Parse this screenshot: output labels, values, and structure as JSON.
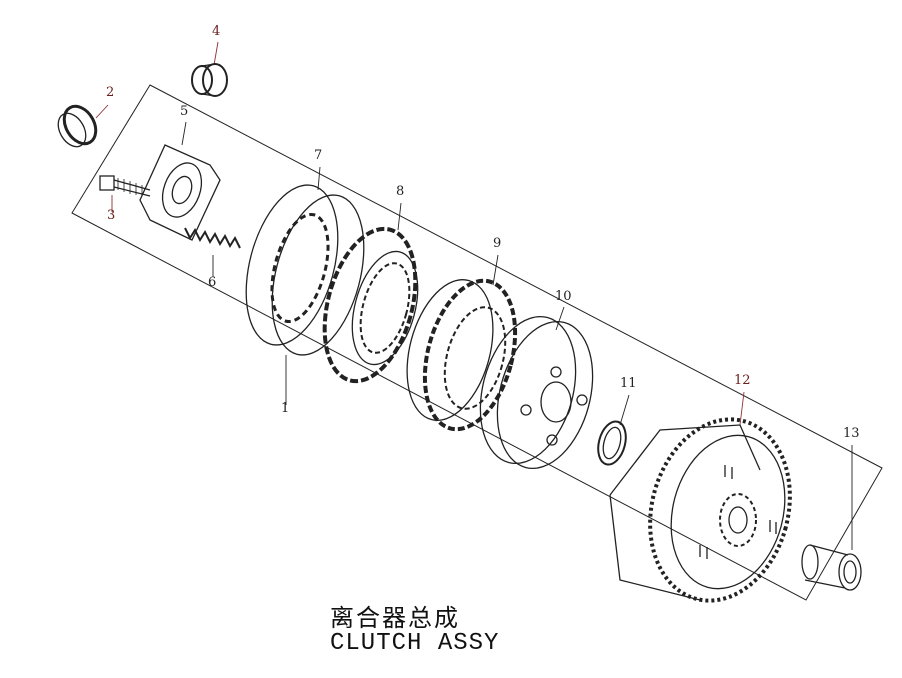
{
  "title": {
    "chinese": "离合器总成",
    "english": "CLUTCH ASSY"
  },
  "callouts": [
    "1",
    "2",
    "3",
    "4",
    "5",
    "6",
    "7",
    "8",
    "9",
    "10",
    "11",
    "12",
    "13"
  ]
}
